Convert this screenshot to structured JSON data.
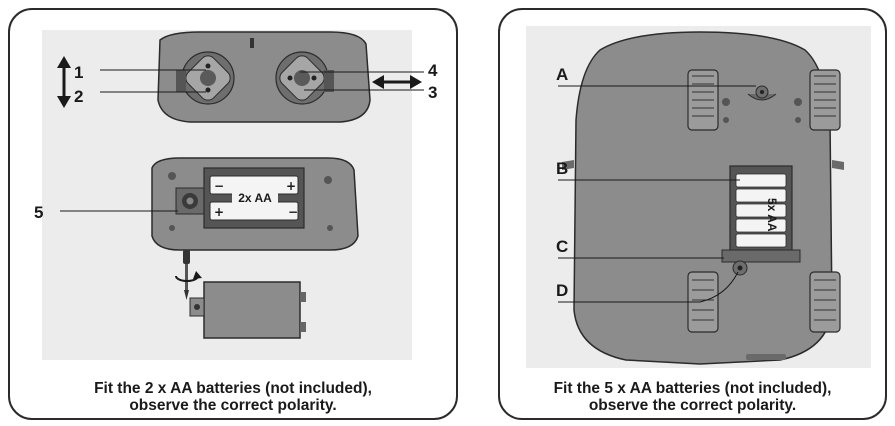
{
  "left_panel": {
    "labels": {
      "joystick_left_up": "1",
      "joystick_left_down": "2",
      "joystick_right_right": "3",
      "joystick_right_left": "4",
      "battery_screw": "5"
    },
    "battery_label": "2x AA",
    "polarity_plus": "+",
    "polarity_minus": "−",
    "caption_line1": "Fit the 2 x AA batteries (not included),",
    "caption_line2": "observe the correct polarity.",
    "icons": [
      "up-down-arrow-icon",
      "left-right-arrow-icon",
      "screwdriver-icon",
      "rotate-arrow-icon"
    ]
  },
  "right_panel": {
    "labels": {
      "a": "A",
      "b": "B",
      "c": "C",
      "d": "D"
    },
    "battery_label": "5x AA",
    "caption_line1": "Fit the 5 x AA batteries (not included),",
    "caption_line2": "observe the correct polarity."
  },
  "colors": {
    "illustration_bg": "#ececec",
    "device_body": "#8c8c8c",
    "device_dark": "#4a4a4a",
    "battery": "#f4f4f4",
    "outline": "#2b2b2b"
  }
}
